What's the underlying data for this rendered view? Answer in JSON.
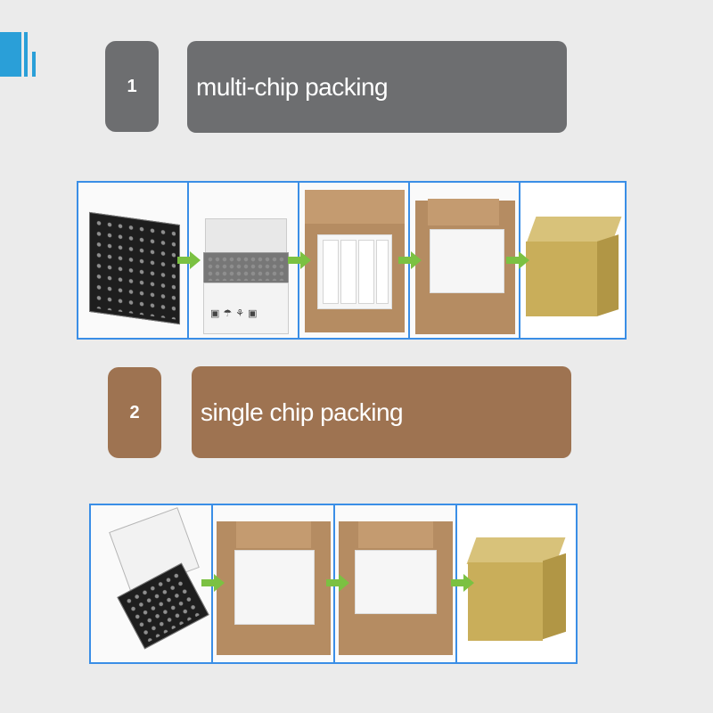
{
  "steps": [
    {
      "number": "1",
      "title": "multi-chip packing"
    },
    {
      "number": "2",
      "title": "single chip packing"
    }
  ],
  "colors": {
    "step1": "#6d6e70",
    "step2": "#9e7351",
    "frame": "#3a8ee6",
    "arrow": "#7bc142",
    "logo": "#2a9fd8"
  },
  "icons": [
    "arrow-right-icon"
  ]
}
